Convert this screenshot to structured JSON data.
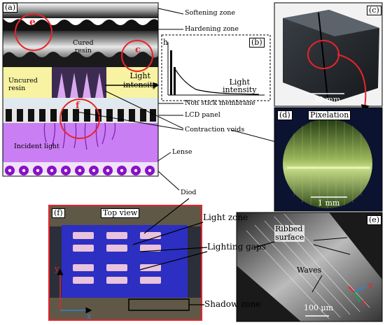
{
  "schematic": {
    "panel_label": "(a)",
    "softening_zone": "Softening zone",
    "hardening_zone": "Hardening zone",
    "cured_resin_line1": "Cured",
    "cured_resin_line2": "resin",
    "uncured_resin_line1": "Uncured",
    "uncured_resin_line2": "resin",
    "light_intensity_line1": "Light",
    "light_intensity_line2": "intensity",
    "non_stick_membrane": "Non stick membrane",
    "lcd_panel": "LCD panel",
    "contraction_voids": "Contraction voids",
    "incident_light": "Incident light",
    "lense": "Lense",
    "diod": "Diod",
    "marker_e": "e",
    "marker_c": "c",
    "marker_f": "f"
  },
  "inset_b": {
    "panel_label": "(b)",
    "y_label": "h",
    "x_label_line1": "Light",
    "x_label_line2": "intensity"
  },
  "photo_c": {
    "panel_label": "(c)",
    "scale": "30 mm"
  },
  "photo_d": {
    "panel_label": "(d)",
    "title": "Pixelation",
    "scale": "1 mm"
  },
  "photo_e": {
    "panel_label": "(e)",
    "ribbed_line1": "Ribbed",
    "ribbed_line2": "surface",
    "waves": "Waves",
    "scale": "100 μm",
    "axis_x": "x",
    "axis_y": "y"
  },
  "photo_f": {
    "panel_label": "(f)",
    "title": "Top view",
    "axis_x": "x",
    "axis_y": "y"
  },
  "annotations": {
    "light_zone": "Light zone",
    "lighting_gaps": "Lighting gaps",
    "shadow_zone": "Shadow zone"
  },
  "colors": {
    "highlight": "#e8232a",
    "uncured": "#f7f3a2",
    "incident": "#c97ef3",
    "lens": "#8a10c8"
  }
}
